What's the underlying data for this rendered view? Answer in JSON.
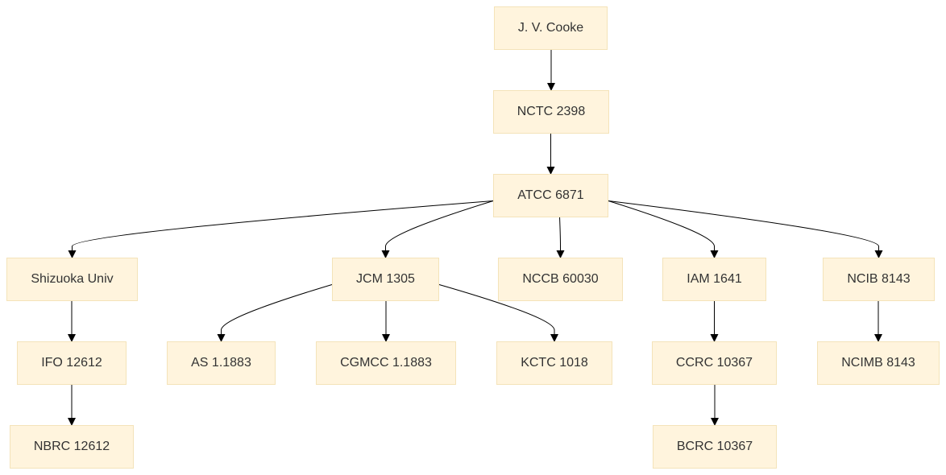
{
  "diagram": {
    "nodes": {
      "cooke": "J. V. Cooke",
      "nctc": "NCTC 2398",
      "atcc": "ATCC 6871",
      "shizuoka": "Shizuoka Univ",
      "jcm": "JCM 1305",
      "nccb": "NCCB 60030",
      "iam": "IAM 1641",
      "ncib": "NCIB 8143",
      "ifo": "IFO 12612",
      "as": "AS 1.1883",
      "cgmcc": "CGMCC 1.1883",
      "kctc": "KCTC 1018",
      "ccrc": "CCRC 10367",
      "ncimb": "NCIMB 8143",
      "nbrc": "NBRC 12612",
      "bcrc": "BCRC 10367"
    },
    "edges": [
      {
        "from": "cooke",
        "to": "nctc"
      },
      {
        "from": "nctc",
        "to": "atcc"
      },
      {
        "from": "atcc",
        "to": "shizuoka"
      },
      {
        "from": "atcc",
        "to": "jcm"
      },
      {
        "from": "atcc",
        "to": "nccb"
      },
      {
        "from": "atcc",
        "to": "iam"
      },
      {
        "from": "atcc",
        "to": "ncib"
      },
      {
        "from": "shizuoka",
        "to": "ifo"
      },
      {
        "from": "ifo",
        "to": "nbrc"
      },
      {
        "from": "jcm",
        "to": "as"
      },
      {
        "from": "jcm",
        "to": "cgmcc"
      },
      {
        "from": "jcm",
        "to": "kctc"
      },
      {
        "from": "iam",
        "to": "ccrc"
      },
      {
        "from": "ccrc",
        "to": "bcrc"
      },
      {
        "from": "ncib",
        "to": "ncimb"
      }
    ],
    "colors": {
      "node_fill": "#fff4dd",
      "node_border": "#f4e3b9",
      "text": "#333333",
      "edge": "#000000"
    }
  }
}
